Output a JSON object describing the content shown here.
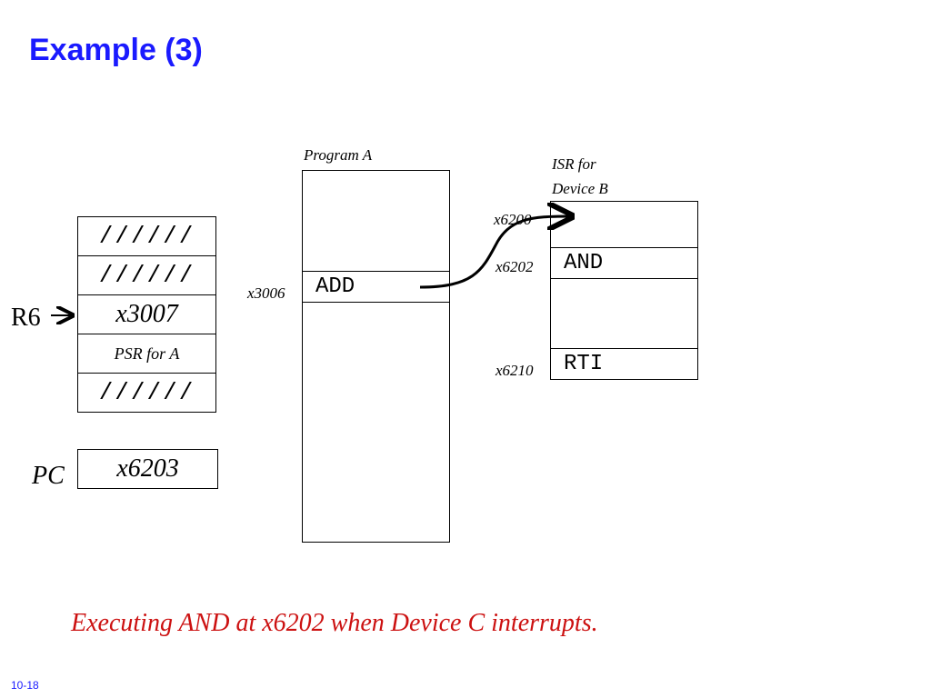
{
  "title": "Example (3)",
  "stack": {
    "cells": [
      "//////",
      "//////",
      "x3007",
      "PSR for A",
      "//////"
    ],
    "r6_label": "R6"
  },
  "pc": {
    "label": "PC",
    "value": "x6203"
  },
  "program_a": {
    "title": "Program A",
    "address": "x3006",
    "instruction": "ADD"
  },
  "isr_b": {
    "title_line1": "ISR for",
    "title_line2": "Device B",
    "addr_start": "x6200",
    "addr_and": "x6202",
    "instr_and": "AND",
    "addr_rti": "x6210",
    "instr_rti": "RTI"
  },
  "caption": "Executing AND at x6202 when Device C interrupts.",
  "slide_number": "10-18"
}
